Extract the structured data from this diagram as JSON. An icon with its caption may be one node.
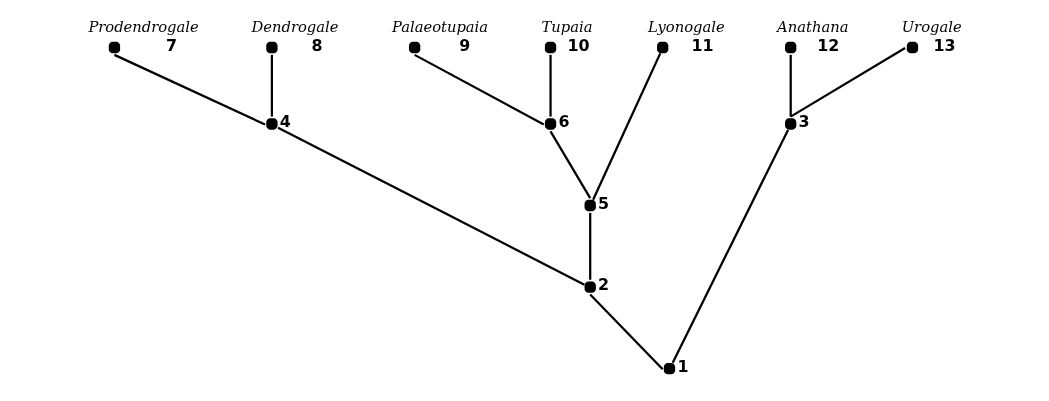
{
  "diagram": {
    "nodes": [
      {
        "text": [
          "1"
        ]
      },
      {
        "text": [
          "2"
        ]
      },
      {
        "text": [
          "3"
        ]
      },
      {
        "text": [
          "4"
        ]
      },
      {
        "text": [
          "5"
        ]
      },
      {
        "text": [
          "6"
        ]
      },
      {
        "text": [
          "7"
        ],
        "beside": [
          "Prodendrogale"
        ]
      },
      {
        "text": [
          "8"
        ],
        "beside": [
          "Dendrogale"
        ]
      },
      {
        "text": [
          "9"
        ],
        "beside": [
          "Palaeotupaia"
        ]
      },
      {
        "text": [
          "10"
        ],
        "beside": [
          "Tupaia"
        ]
      },
      {
        "text": [
          "11"
        ],
        "beside": [
          "Lyonogale"
        ]
      },
      {
        "text": [
          "12"
        ],
        "beside": [
          "Anathana"
        ]
      },
      {
        "text": [
          "13"
        ],
        "beside": [
          "Urogale"
        ]
      }
    ],
    "edges": [
      {
        "from": 0,
        "to": 1,
        "arrow": "none"
      },
      {
        "from": 0,
        "to": 2,
        "arrow": "none"
      },
      {
        "from": 1,
        "to": 3,
        "arrow": "none"
      },
      {
        "from": 1,
        "to": 4,
        "arrow": "none"
      },
      {
        "from": 3,
        "to": 6,
        "arrow": "none"
      },
      {
        "from": 3,
        "to": 7,
        "arrow": "none"
      },
      {
        "from": 4,
        "to": 5,
        "arrow": "none"
      },
      {
        "from": 4,
        "to": 10,
        "arrow": "none"
      },
      {
        "from": 5,
        "to": 8,
        "arrow": "none"
      },
      {
        "from": 5,
        "to": 9,
        "arrow": "none"
      },
      {
        "from": 2,
        "to": 11,
        "arrow": "none"
      },
      {
        "from": 2,
        "to": 12,
        "arrow": "none"
      }
    ]
  }
}
